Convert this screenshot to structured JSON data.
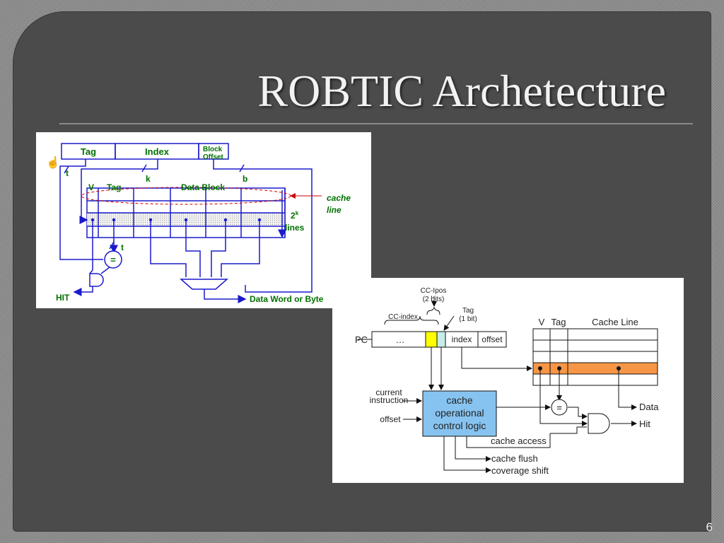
{
  "slide": {
    "title": "ROBTIC Archetecture",
    "page_number": "6"
  },
  "fig1": {
    "addr_fields": [
      "Tag",
      "Index",
      "Block",
      "Offset"
    ],
    "bus_labels": [
      "t",
      "k",
      "b",
      "t"
    ],
    "col_labels": [
      "V",
      "Tag",
      "Data Block"
    ],
    "cache_line_label": [
      "cache",
      "line"
    ],
    "lines_label_base": "2",
    "lines_label_exp": "k",
    "lines_label_word": "lines",
    "comparator": "=",
    "hit": "HIT",
    "data_out": "Data Word or Byte",
    "colors": {
      "line": "#1a1acc",
      "label": "#007000",
      "accent": "#cc0000"
    }
  },
  "fig2": {
    "cc_ipos": [
      "CC-Ipos",
      "(2 bits)"
    ],
    "tag_label": [
      "Tag",
      "(1 bit)"
    ],
    "cc_index": "CC-index",
    "pc": "PC",
    "pc_fields": [
      "…",
      "index",
      "offset"
    ],
    "table_headers": [
      "V",
      "Tag",
      "Cache Line"
    ],
    "logic_box": [
      "cache",
      "operational",
      "control logic"
    ],
    "inputs": [
      "current",
      "instruction",
      "offset"
    ],
    "comparator": "=",
    "outputs": [
      "Data",
      "Hit"
    ],
    "signals": [
      "cache access",
      "cache flush",
      "coverage shift"
    ],
    "colors": {
      "logic": "#87c3f0",
      "highlight": "#f79646",
      "ipos": "#ffff00",
      "tagbit": "#c5ece8"
    }
  }
}
